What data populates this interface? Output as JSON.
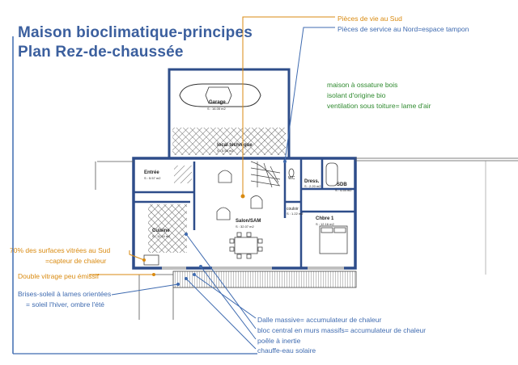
{
  "title": {
    "line1": "Maison bioclimatique-principes",
    "line2": "Plan Rez-de-chaussée"
  },
  "annotations": {
    "south_rooms": "Pièces de vie au Sud",
    "north_rooms": "Pièces de service au Nord=espace tampon",
    "construction": [
      "maison à ossature bois",
      "isolant d'origine bio",
      "ventilation sous toiture= lame d'air"
    ],
    "glazing_south": [
      "70% des surfaces vitrées au Sud",
      "=capteur de chaleur"
    ],
    "double_glazing": "Double vitrage peu émissif",
    "sunshades": [
      "Brises-soleil à lames orientées",
      "= soleil l'hiver, ombre l'été"
    ],
    "slab": "Dalle massive= accumulateur de chaleur",
    "central_block": "bloc central en murs massifs= accumulateur de chaleur",
    "stove": "poêle à inertie",
    "water_heater": "chauffe-eau solaire"
  },
  "rooms": {
    "garage": {
      "name": "Garage",
      "area": "S : 16.05 m2"
    },
    "local": {
      "name": "local technique",
      "area": "S : 5.53 m2"
    },
    "entree": {
      "name": "Entrée",
      "area": "S : 5.57 m2"
    },
    "salon": {
      "name": "Salon/SAM",
      "area": "S : 32.07 m2"
    },
    "cuisine": {
      "name": "Cuisine",
      "area": "S : 11.14 m2"
    },
    "dress": {
      "name": "Dress.",
      "area": "S : 2.20 m2"
    },
    "wc": {
      "name": "WC",
      "area": ""
    },
    "sdb": {
      "name": "SDB",
      "area": "S : 4.54 m2"
    },
    "couloir": {
      "name": "couloir",
      "area": "S : 1.22 m2"
    },
    "chbre": {
      "name": "Chbre 1",
      "area": "S : 12.16 m2"
    }
  },
  "colors": {
    "title": "#3b5f9e",
    "blue_note": "#3f6bb0",
    "orange_note": "#d98a10",
    "green_note": "#2f8a2f",
    "wall": "#2e4d8a"
  }
}
